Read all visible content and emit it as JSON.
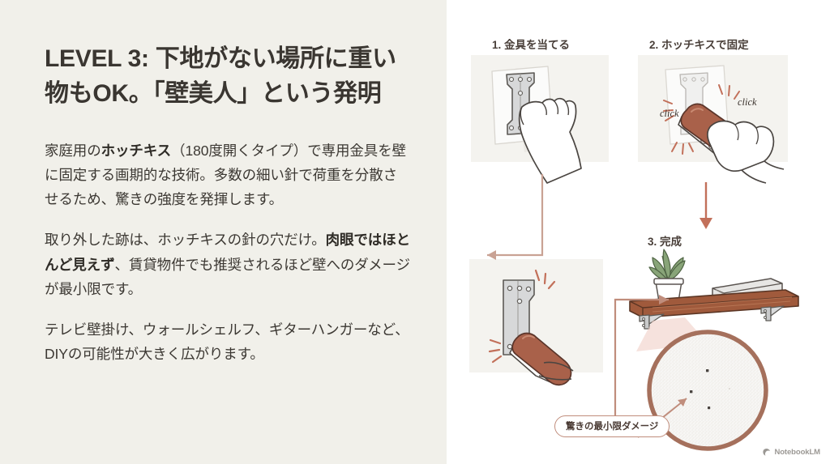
{
  "slide": {
    "title": "LEVEL 3: 下地がない場所に重い物もOK。「壁美人」という発明",
    "paragraphs": [
      {
        "id": "p1",
        "runs": [
          {
            "text": "家庭用の",
            "bold": false
          },
          {
            "text": "ホッチキス",
            "bold": true
          },
          {
            "text": "（180度開くタイプ）で専用金具を壁に固定する画期的な技術。多数の細い針で荷重を分散させるため、驚きの強度を発揮します。",
            "bold": false
          }
        ]
      },
      {
        "id": "p2",
        "runs": [
          {
            "text": "取り外した跡は、ホッチキスの針の穴だけ。",
            "bold": false
          },
          {
            "text": "肉眼ではほとんど見えず",
            "bold": true
          },
          {
            "text": "、賃貸物件でも推奨されるほど壁へのダメージが最小限です。",
            "bold": false
          }
        ]
      },
      {
        "id": "p3",
        "runs": [
          {
            "text": "テレビ壁掛け、ウォールシェルフ、ギターハンガーなど、DIYの可能性が大きく広がります。",
            "bold": false
          }
        ]
      }
    ]
  },
  "diagram": {
    "steps": [
      {
        "number": "1",
        "label": "1. 金具を当てる",
        "illustration": "hand-holding-bracket-on-wall"
      },
      {
        "number": "2",
        "label": "2. ホッチキスで固定",
        "illustration": "hand-stapling-bracket"
      },
      {
        "number": "3",
        "label": "3. 完成",
        "illustration": "finished-wooden-shelf-with-plant-and-books"
      }
    ],
    "sound_effects": [
      {
        "text": "click",
        "position": "left"
      },
      {
        "text": "click",
        "position": "right"
      }
    ],
    "callout": "驚きの最小限ダメージ",
    "magnifier": {
      "description": "magnified wall surface showing three tiny staple pinholes",
      "pinhole_count": 3
    }
  },
  "watermark": {
    "label": "NotebookLM",
    "icon": "notebooklm-logo-icon"
  },
  "colors": {
    "left_panel_bg": "#f1f0ea",
    "right_panel_bg": "#ffffff",
    "title_text": "#3a3631",
    "body_text": "#3c3833",
    "accent_rust": "#c08d7c",
    "stapler_brown": "#a9614a",
    "wood_shelf": "#a05a3c",
    "metal_gray": "#c9cacb",
    "plant_green": "#7e9b6e",
    "watermark_gray": "#9b9894"
  }
}
